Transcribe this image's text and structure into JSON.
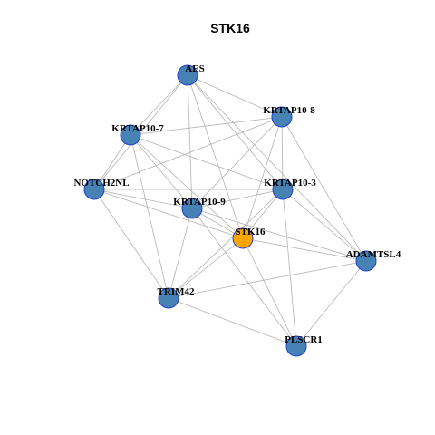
{
  "title": "STK16",
  "colors": {
    "default_node": "#4682b4",
    "highlight_node": "#ffa500",
    "node_border": "#1f3fcf",
    "edge": "#b3b3b3"
  },
  "nodes": [
    {
      "id": "AES",
      "label": "AES",
      "highlight": false
    },
    {
      "id": "KRTAP10-8",
      "label": "KRTAP10-8",
      "highlight": false
    },
    {
      "id": "KRTAP10-7",
      "label": "KRTAP10-7",
      "highlight": false
    },
    {
      "id": "NOTCH2NL",
      "label": "NOTCH2NL",
      "highlight": false
    },
    {
      "id": "KRTAP10-3",
      "label": "KRTAP10-3",
      "highlight": false
    },
    {
      "id": "KRTAP10-9",
      "label": "KRTAP10-9",
      "highlight": false
    },
    {
      "id": "STK16",
      "label": "STK16",
      "highlight": true
    },
    {
      "id": "ADAMTSL4",
      "label": "ADAMTSL4",
      "highlight": false
    },
    {
      "id": "TRIM42",
      "label": "TRIM42",
      "highlight": false
    },
    {
      "id": "PLSCR1",
      "label": "PLSCR1",
      "highlight": false
    }
  ],
  "edges": [
    [
      "AES",
      "KRTAP10-7"
    ],
    [
      "AES",
      "NOTCH2NL"
    ],
    [
      "AES",
      "KRTAP10-9"
    ],
    [
      "AES",
      "STK16"
    ],
    [
      "AES",
      "KRTAP10-3"
    ],
    [
      "AES",
      "ADAMTSL4"
    ],
    [
      "AES",
      "KRTAP10-8"
    ],
    [
      "KRTAP10-7",
      "KRTAP10-8"
    ],
    [
      "KRTAP10-7",
      "KRTAP10-3"
    ],
    [
      "KRTAP10-7",
      "KRTAP10-9"
    ],
    [
      "KRTAP10-7",
      "STK16"
    ],
    [
      "KRTAP10-7",
      "TRIM42"
    ],
    [
      "KRTAP10-7",
      "NOTCH2NL"
    ],
    [
      "KRTAP10-8",
      "NOTCH2NL"
    ],
    [
      "KRTAP10-8",
      "KRTAP10-9"
    ],
    [
      "KRTAP10-8",
      "KRTAP10-3"
    ],
    [
      "KRTAP10-8",
      "STK16"
    ],
    [
      "KRTAP10-8",
      "ADAMTSL4"
    ],
    [
      "NOTCH2NL",
      "KRTAP10-3"
    ],
    [
      "NOTCH2NL",
      "KRTAP10-9"
    ],
    [
      "NOTCH2NL",
      "STK16"
    ],
    [
      "NOTCH2NL",
      "TRIM42"
    ],
    [
      "KRTAP10-3",
      "KRTAP10-9"
    ],
    [
      "KRTAP10-3",
      "STK16"
    ],
    [
      "KRTAP10-3",
      "ADAMTSL4"
    ],
    [
      "KRTAP10-3",
      "TRIM42"
    ],
    [
      "KRTAP10-3",
      "PLSCR1"
    ],
    [
      "KRTAP10-9",
      "STK16"
    ],
    [
      "KRTAP10-9",
      "TRIM42"
    ],
    [
      "KRTAP10-9",
      "PLSCR1"
    ],
    [
      "KRTAP10-9",
      "ADAMTSL4"
    ],
    [
      "STK16",
      "ADAMTSL4"
    ],
    [
      "STK16",
      "TRIM42"
    ],
    [
      "STK16",
      "PLSCR1"
    ],
    [
      "ADAMTSL4",
      "TRIM42"
    ],
    [
      "ADAMTSL4",
      "PLSCR1"
    ],
    [
      "TRIM42",
      "PLSCR1"
    ]
  ]
}
